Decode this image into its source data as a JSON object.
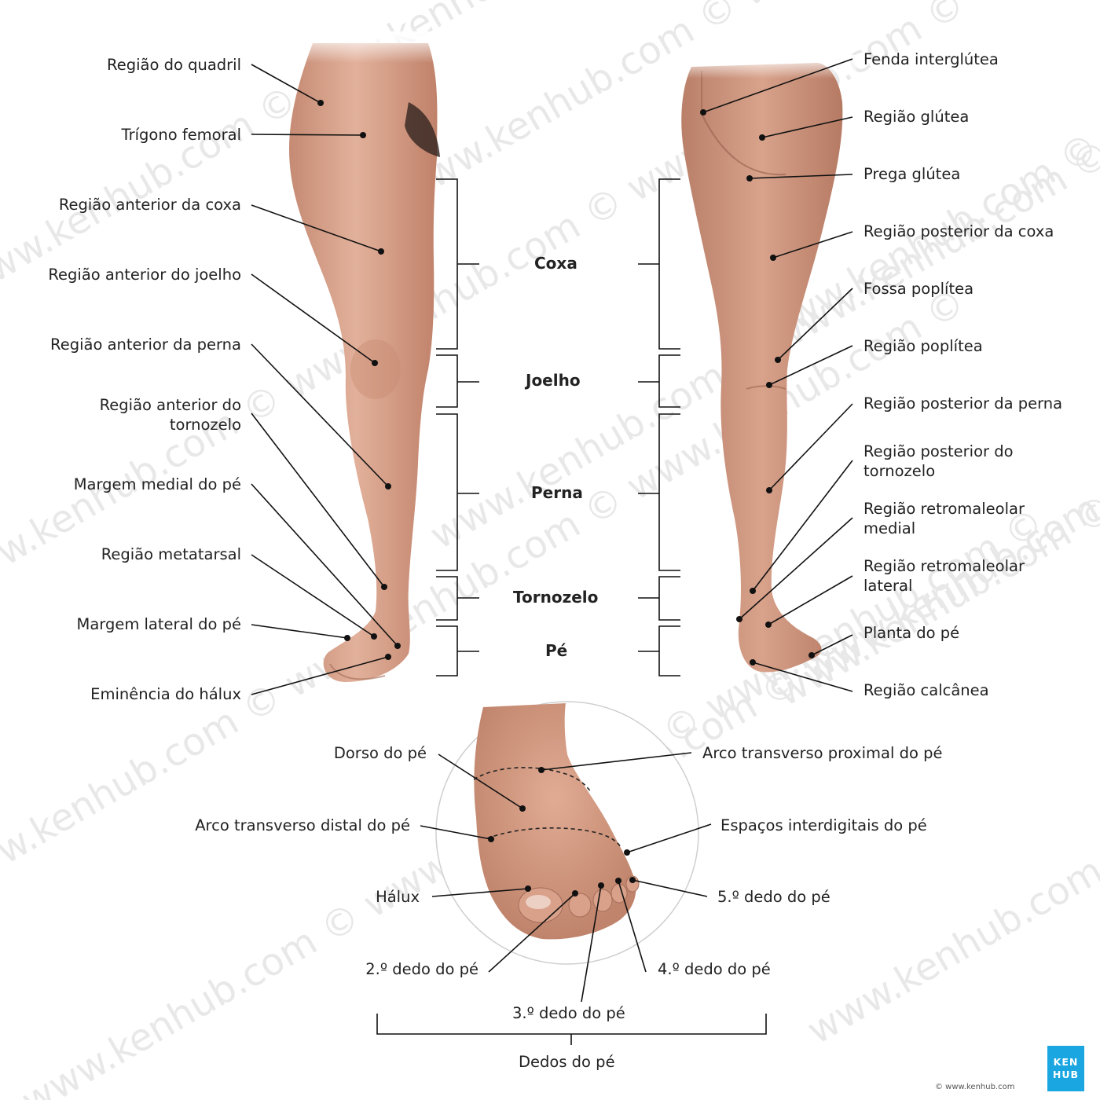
{
  "watermark": "www.kenhub.com ©",
  "left_labels": {
    "hip": "Região do quadril",
    "femoral_triangle": "Trígono femoral",
    "anterior_thigh": "Região anterior da coxa",
    "anterior_knee": "Região anterior do joelho",
    "anterior_leg": "Região anterior da perna",
    "anterior_ankle_1": "Região anterior do",
    "anterior_ankle_2": "tornozelo",
    "medial_margin": "Margem medial do pé",
    "metatarsal": "Região metatarsal",
    "lateral_margin": "Margem lateral do pé",
    "hallux_eminence": "Eminência do hálux"
  },
  "right_labels": {
    "intergluteal_cleft": "Fenda interglútea",
    "gluteal": "Região glútea",
    "gluteal_fold": "Prega glútea",
    "posterior_thigh": "Região posterior da coxa",
    "popliteal_fossa": "Fossa poplítea",
    "popliteal_region": "Região poplítea",
    "posterior_leg": "Região posterior da perna",
    "posterior_ankle_1": "Região posterior do",
    "posterior_ankle_2": "tornozelo",
    "medial_retro_1": "Região retromaleolar",
    "medial_retro_2": "medial",
    "lateral_retro_1": "Região retromaleolar",
    "lateral_retro_2": "lateral",
    "sole": "Planta do pé",
    "calcaneal": "Região calcânea"
  },
  "groups": {
    "thigh": "Coxa",
    "knee": "Joelho",
    "leg": "Perna",
    "ankle": "Tornozelo",
    "foot": "Pé"
  },
  "foot_labels": {
    "dorsum": "Dorso do pé",
    "proximal_arch": "Arco transverso proximal do pé",
    "distal_arch": "Arco transverso distal do pé",
    "interdigital": "Espaços interdigitais do pé",
    "hallux": "Hálux",
    "fifth_toe": "5.º dedo do pé",
    "second_toe": "2.º dedo do pé",
    "fourth_toe": "4.º dedo do pé",
    "third_toe": "3.º dedo do pé",
    "toes": "Dedos do pé"
  },
  "logo": {
    "line1": "KEN",
    "line2": "HUB"
  },
  "copyright": "© www.kenhub.com",
  "colors": {
    "skin": "#d9a48c",
    "skin_shadow": "#b67c66",
    "line": "#111111",
    "logo": "#1aa6e0"
  }
}
